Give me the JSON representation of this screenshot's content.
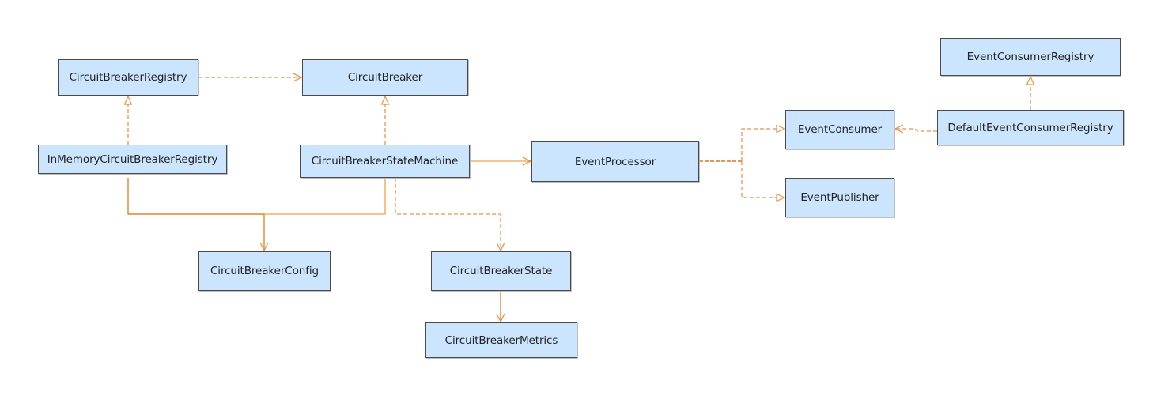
{
  "diagram": {
    "nodes": {
      "circuit_breaker_registry": "CircuitBreakerRegistry",
      "circuit_breaker": "CircuitBreaker",
      "in_memory_circuit_breaker_registry": "InMemoryCircuitBreakerRegistry",
      "circuit_breaker_state_machine": "CircuitBreakerStateMachine",
      "event_processor": "EventProcessor",
      "circuit_breaker_config": "CircuitBreakerConfig",
      "circuit_breaker_state": "CircuitBreakerState",
      "circuit_breaker_metrics": "CircuitBreakerMetrics",
      "event_consumer_registry": "EventConsumerRegistry",
      "event_consumer": "EventConsumer",
      "default_event_consumer_registry": "DefaultEventConsumerRegistry",
      "event_publisher": "EventPublisher"
    },
    "colors": {
      "node_fill": "#cce5ff",
      "node_border": "#4a4a4a",
      "edge": "#f0a050",
      "edge_dark": "#d07820"
    }
  }
}
